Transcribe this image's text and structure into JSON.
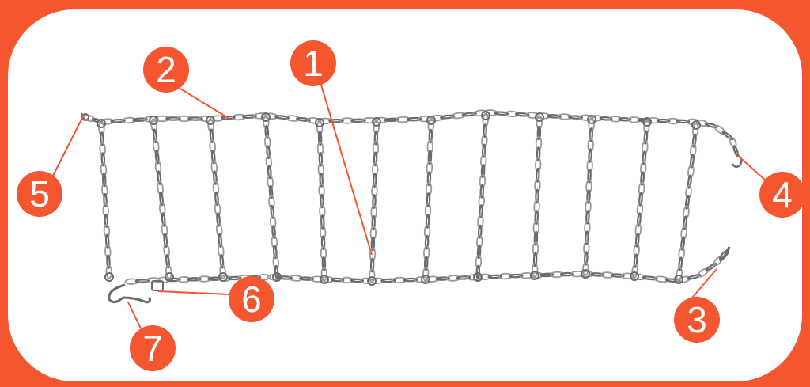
{
  "diagram": {
    "colors": {
      "frame": "#f4572f",
      "panel": "#ffffff",
      "badge": "#f4572f",
      "leader": "#f4572f",
      "chain": "#9a9a9a",
      "chain_dark": "#6b6b6b"
    },
    "callouts": [
      {
        "id": "1",
        "label": "1"
      },
      {
        "id": "2",
        "label": "2"
      },
      {
        "id": "3",
        "label": "3"
      },
      {
        "id": "4",
        "label": "4"
      },
      {
        "id": "5",
        "label": "5"
      },
      {
        "id": "6",
        "label": "6"
      },
      {
        "id": "7",
        "label": "7"
      }
    ]
  }
}
